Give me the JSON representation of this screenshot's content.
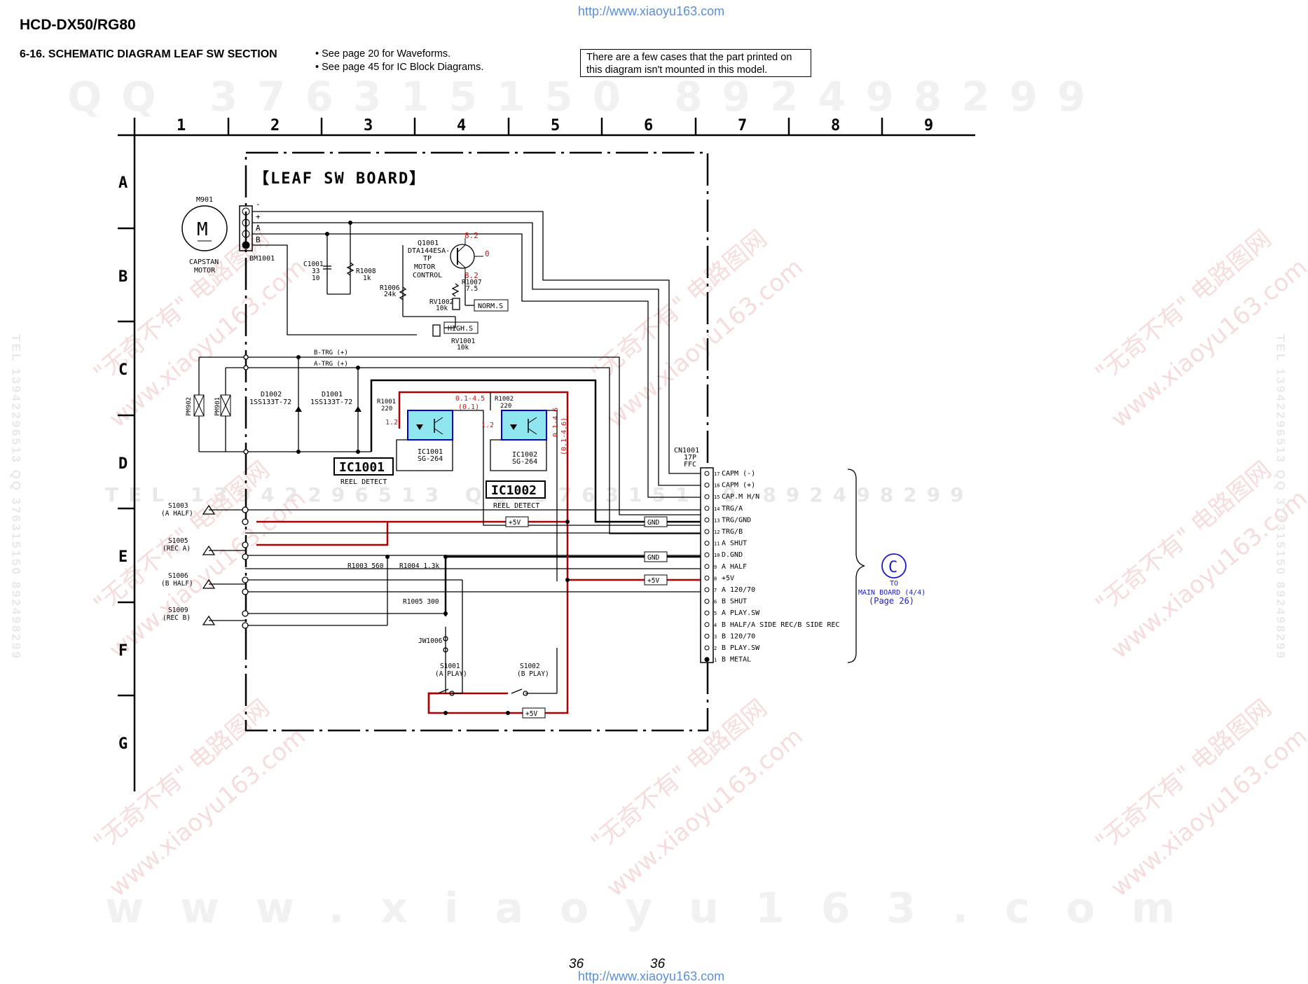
{
  "header": {
    "model": "HCD-DX50/RG80",
    "url": "http://www.xiaoyu163.com",
    "section_title": "6-16.  SCHEMATIC DIAGRAM LEAF SW SECTION",
    "notes": [
      "• See page 20 for Waveforms.",
      "• See page 45 for IC Block Diagrams."
    ],
    "box_note": "There are a few cases that the part printed on this diagram isn't mounted in this model."
  },
  "watermarks": {
    "row1": "QQ 376315150  892498299",
    "row2": "TEL 13942296513  QQ 376315150  892498299",
    "row3": "www.xiaoyu163.com",
    "diag_cn": "\"无奇不有\" 电路图网",
    "diag_url": "www.xiaoyu163.com",
    "side": "TEL 13942296513  QQ 376315150  892498299"
  },
  "grid": {
    "cols": [
      "1",
      "2",
      "3",
      "4",
      "5",
      "6",
      "7",
      "8",
      "9"
    ],
    "rows": [
      "A",
      "B",
      "C",
      "D",
      "E",
      "F",
      "G"
    ]
  },
  "board": {
    "title": "【LEAF SW BOARD】",
    "motor": {
      "ref": "M901",
      "symbol": "M",
      "name1": "CAPSTAN",
      "name2": "MOTOR",
      "connector": "BM1001",
      "pins": [
        "-",
        "+",
        "A",
        "B"
      ]
    },
    "transistor": {
      "ref": "Q1001",
      "part": "DTA144ESA-",
      "part2": "TP",
      "func1": "MOTOR",
      "func2": "CONTROL",
      "v_e": "8.2",
      "v_b": "0",
      "v_c": "8.2"
    },
    "parts": {
      "c1001": [
        "C1001",
        "33",
        "10"
      ],
      "r1008": [
        "R1008",
        "1k"
      ],
      "r1006": [
        "R1006",
        "24k"
      ],
      "r1007": [
        "R1007",
        "7.5"
      ],
      "rv1002": [
        "RV1002",
        "10k"
      ],
      "rv1001": [
        "RV1001",
        "10k"
      ],
      "norm": "NORM.S",
      "high": "HIGH.S",
      "btrg": "B-TRG (+)",
      "atrg": "A-TRG (+)",
      "pm902": "PM902",
      "pm901": "PM901",
      "d1002": [
        "D1002",
        "1SS133T-72"
      ],
      "d1001": [
        "D1001",
        "1SS133T-72"
      ],
      "r1001": [
        "R1001",
        "220"
      ],
      "r1002": [
        "R1002",
        "220"
      ],
      "v_ic1_out": "0.1-4.5",
      "v_ic1_out2": "(0.1)",
      "v_ic1_in": "1.2",
      "v_ic2_in": "1.2",
      "v_ic2_out": "0.1-4.6",
      "v_ic2_out2": "(0.1-4.6)",
      "ic1001": [
        "IC1001",
        "SG-264"
      ],
      "ic1002": [
        "IC1002",
        "SG-264"
      ],
      "ic1001_box": "IC1001",
      "ic1002_box": "IC1002",
      "reel": "REEL DETECT",
      "s1003": [
        "S1003",
        "(A HALF)"
      ],
      "s1005": [
        "S1005",
        "(REC A)"
      ],
      "s1006": [
        "S1006",
        "(B HALF)"
      ],
      "s1009": [
        "S1009",
        "(REC B)"
      ],
      "r1003": "R1003 560",
      "r1004": "R1004 1.3k",
      "r1005": "R1005 300",
      "jw1006": "JW1006",
      "s1001": [
        "S1001",
        "(A PLAY)"
      ],
      "s1002": [
        "S1002",
        "(B PLAY)"
      ],
      "plus5v": "+5V",
      "gnd": "GND",
      "cn1001": [
        "CN1001",
        "17P",
        "FFC"
      ]
    },
    "connector_pins": [
      "CAPM (-)",
      "CAPM (+)",
      "CAP.M H/N",
      "TRG/A",
      "TRG/GND",
      "TRG/B",
      "A SHUT",
      "D.GND",
      "A HALF",
      "+5V",
      "A 120/70",
      "B SHUT",
      "A PLAY.SW",
      "B HALF/A SIDE REC/B SIDE REC",
      "B 120/70",
      "B PLAY.SW",
      "B METAL"
    ],
    "pin_numbers": [
      "17",
      "16",
      "15",
      "14",
      "13",
      "12",
      "11",
      "10",
      "9",
      "8",
      "7",
      "6",
      "5",
      "4",
      "3",
      "2",
      "1"
    ],
    "to_board": {
      "badge": "C",
      "line1": "TO",
      "line2": "MAIN BOARD (4/4)",
      "line3": "(Page 26)"
    }
  },
  "footer": {
    "page_left": "36",
    "page_right": "36"
  },
  "colors": {
    "wire": "#000000",
    "power": "#b00000",
    "voltage": "#d01010",
    "ic_fill": "#8fe6ef",
    "ic_border": "#0000cc",
    "link": "#1a1acc"
  }
}
